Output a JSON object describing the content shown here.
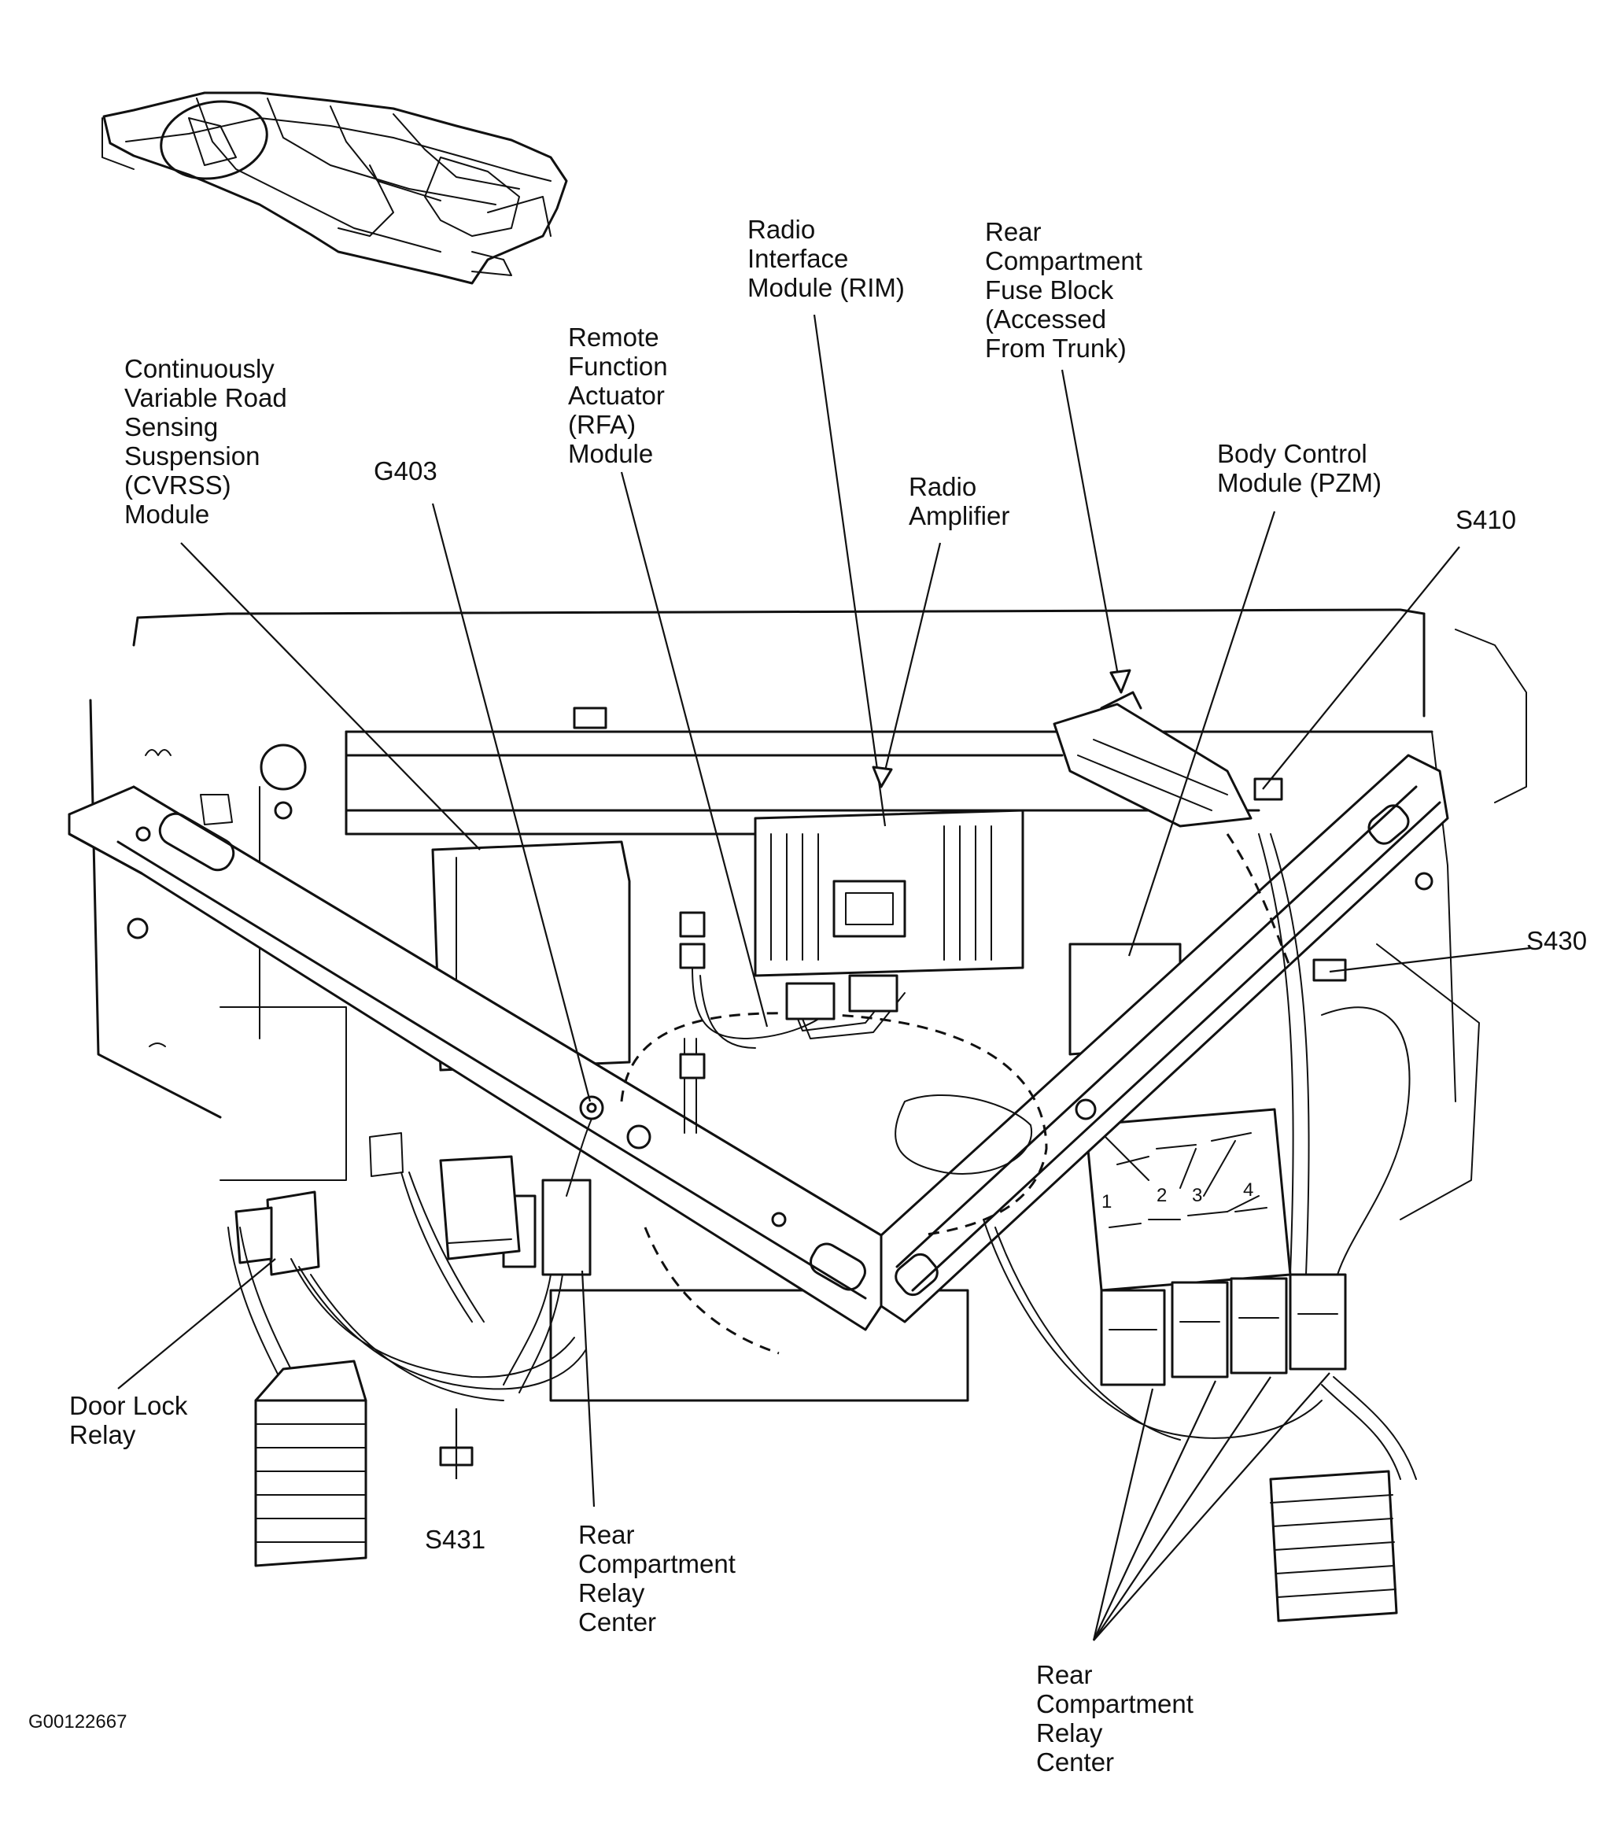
{
  "figure_id": "G00122667",
  "labels": {
    "cvrss": [
      "Continuously",
      "Variable Road",
      "Sensing",
      "Suspension",
      "(CVRSS)",
      "Module"
    ],
    "g403": [
      "G403"
    ],
    "rfa": [
      "Remote",
      "Function",
      "Actuator",
      "(RFA)",
      "Module"
    ],
    "rim": [
      "Radio",
      "Interface",
      "Module (RIM)"
    ],
    "radio_amp": [
      "Radio",
      "Amplifier"
    ],
    "fuse_block": [
      "Rear",
      "Compartment",
      "Fuse Block",
      "(Accessed",
      "From Trunk)"
    ],
    "bcm": [
      "Body Control",
      "Module (PZM)"
    ],
    "s410": [
      "S410"
    ],
    "s430": [
      "S430"
    ],
    "door_lock": [
      "Door Lock",
      "Relay"
    ],
    "s431": [
      "S431"
    ],
    "relay_center_left": [
      "Rear",
      "Compartment",
      "Relay",
      "Center"
    ],
    "relay_center_right": [
      "Rear",
      "Compartment",
      "Relay",
      "Center"
    ]
  },
  "relay_numbers": [
    "1",
    "2",
    "3",
    "4"
  ]
}
